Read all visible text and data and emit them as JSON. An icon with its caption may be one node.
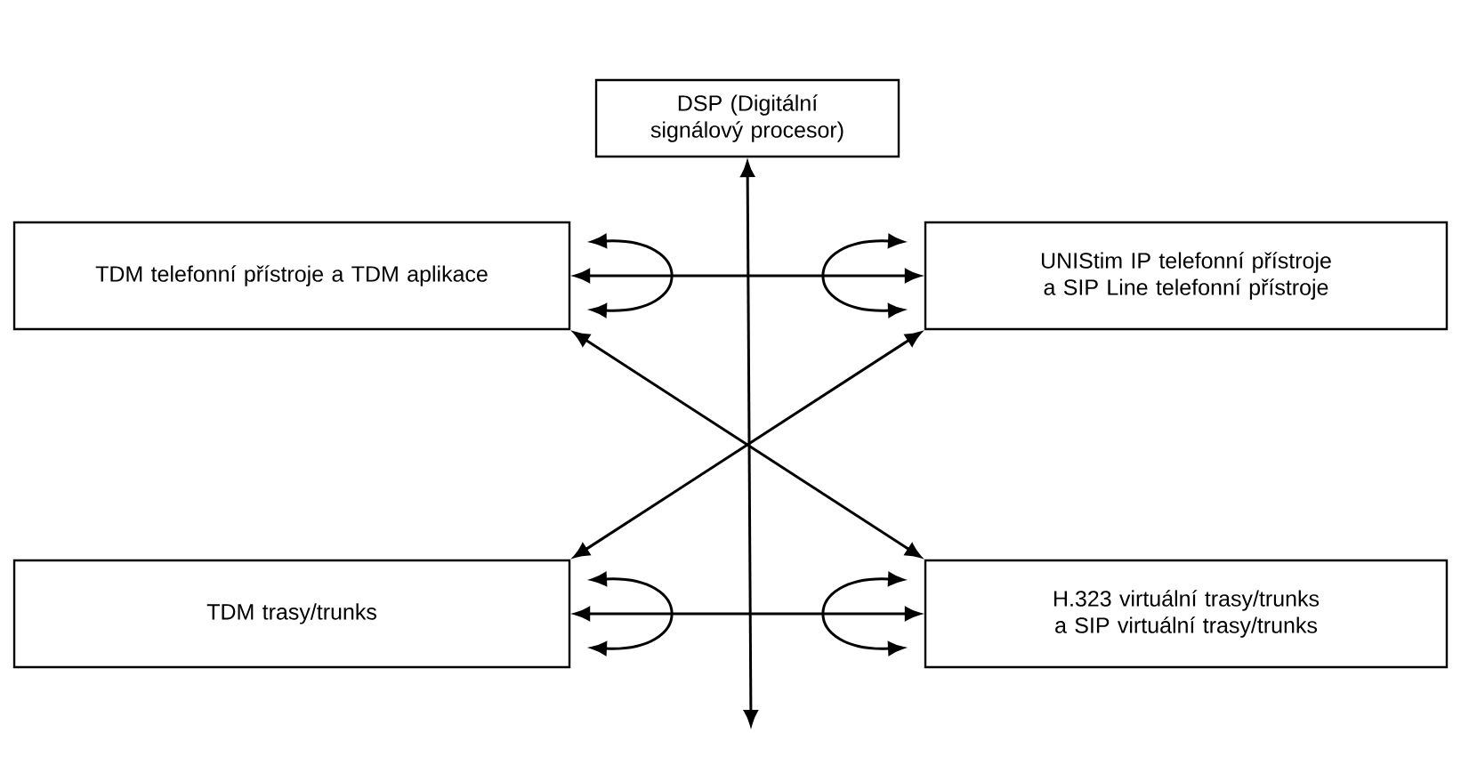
{
  "diagram": {
    "nodes": [
      {
        "text": [
          "DSP (Digitální signálový procesor)"
        ]
      },
      {
        "text": [
          "TDM telefonní přístroje a TDM aplikace"
        ]
      },
      {
        "text": [
          "UNIStim IP telefonní přístroje a SIP Line telefonní přístroje"
        ]
      },
      {
        "text": [
          "TDM trasy/trunks"
        ]
      },
      {
        "text": [
          "H.323 virtuální trasy/trunks a SIP virtuální trasy/trunks"
        ]
      }
    ],
    "edges": [
      {
        "from": 0,
        "to": null,
        "arrow": "both"
      },
      {
        "from": 1,
        "to": 2,
        "arrow": "both"
      },
      {
        "from": 3,
        "to": 4,
        "arrow": "both"
      },
      {
        "from": 1,
        "to": 4,
        "arrow": "both"
      },
      {
        "from": 2,
        "to": 3,
        "arrow": "both"
      },
      {
        "from": 1,
        "to": 1,
        "arrow": "both"
      },
      {
        "from": 2,
        "to": 2,
        "arrow": "both"
      },
      {
        "from": 3,
        "to": 3,
        "arrow": "both"
      },
      {
        "from": 4,
        "to": 4,
        "arrow": "both"
      }
    ]
  }
}
